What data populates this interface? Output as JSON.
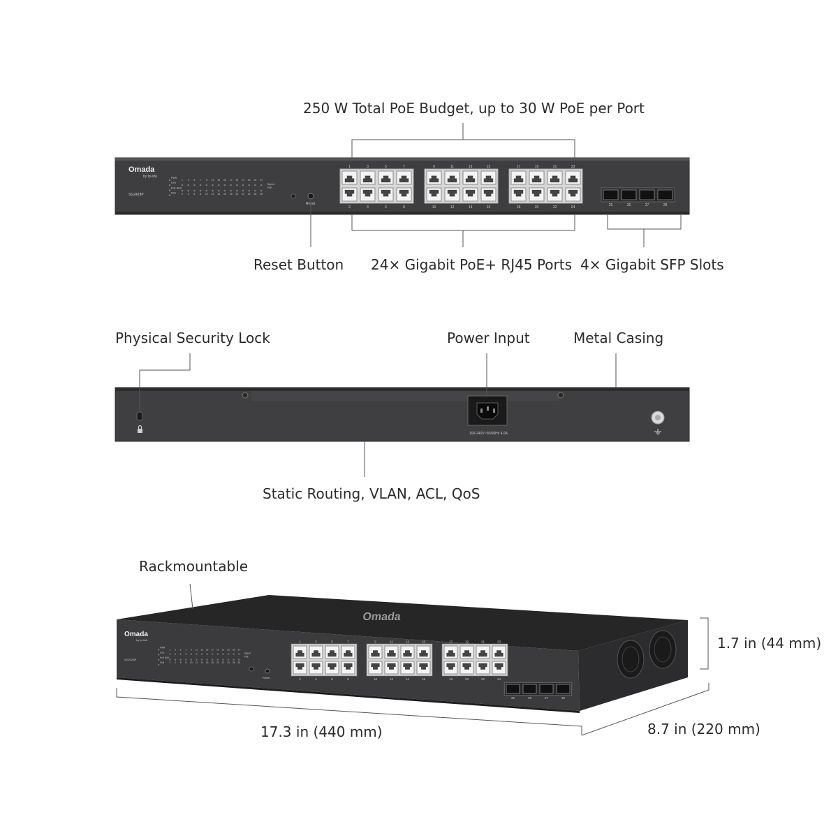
{
  "brand": {
    "name": "Omada",
    "sub": "by tp-link",
    "model": "SG2428P"
  },
  "front": {
    "reset_text": "Reset",
    "led_left": [
      "PWR",
      "SYS",
      "PoE MAX",
      "FAN"
    ],
    "led_right": [
      "Speed",
      "PoE"
    ],
    "led_top_nums": [
      "1",
      "3",
      "5",
      "7",
      "9",
      "11",
      "13",
      "15",
      "17",
      "19",
      "21",
      "23",
      "25",
      "27"
    ],
    "led_bottom_nums": [
      "2",
      "4",
      "6",
      "8",
      "10",
      "12",
      "14",
      "16",
      "18",
      "20",
      "22",
      "24",
      "26",
      "28"
    ],
    "port_top_nums": [
      "1",
      "3",
      "5",
      "7",
      "9",
      "11",
      "13",
      "15",
      "17",
      "19",
      "21",
      "23"
    ],
    "port_bottom_nums": [
      "2",
      "4",
      "6",
      "8",
      "10",
      "12",
      "14",
      "16",
      "18",
      "20",
      "22",
      "24"
    ],
    "sfp_nums": [
      "25",
      "26",
      "27",
      "28"
    ]
  },
  "rear": {
    "power_rating": "100-240V~50/60Hz 4.0A"
  },
  "callouts": {
    "poe_budget": "250 W Total PoE Budget, up to 30 W PoE per Port",
    "reset_button": "Reset Button",
    "rj45_ports": "24× Gigabit PoE+ RJ45 Ports",
    "sfp_slots": "4× Gigabit SFP Slots",
    "security_lock": "Physical Security Lock",
    "power_input": "Power Input",
    "metal_casing": "Metal Casing",
    "features": "Static Routing, VLAN, ACL, QoS",
    "rackmountable": "Rackmountable",
    "height": "1.7 in (44 mm)",
    "width": "17.3 in (440 mm)",
    "depth": "8.7 in (220 mm)"
  }
}
